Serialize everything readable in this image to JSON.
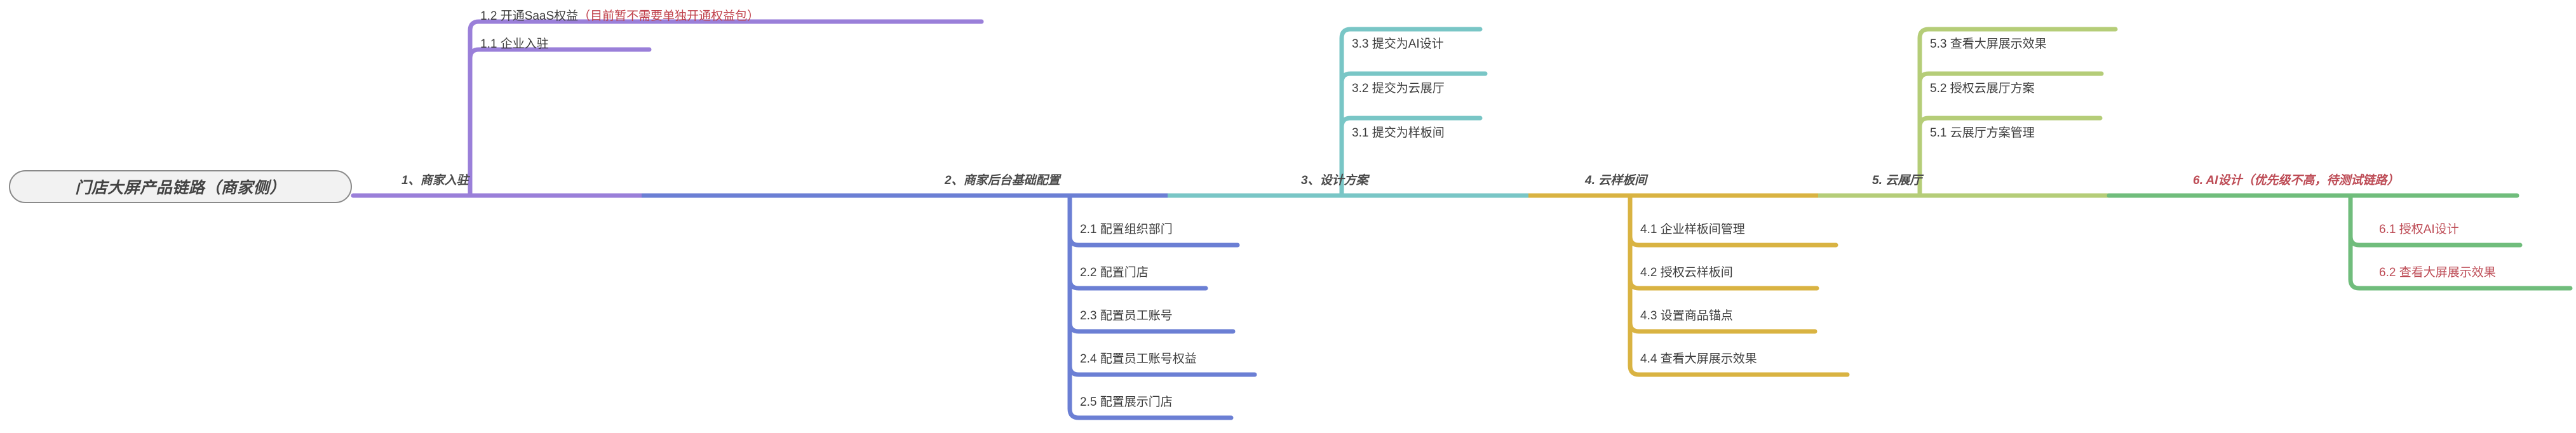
{
  "diagram": {
    "type": "mindmap",
    "title": "门店大屏产品链路（商家侧）",
    "orientation": "horizontal-right",
    "background": "#ffffff"
  },
  "root": {
    "label": "门店大屏产品链路（商家侧）",
    "fill": "#f2f2f2",
    "border": "#8a8a8a"
  },
  "branches": [
    {
      "id": "b1",
      "label": "1、商家入驻",
      "color": "#9a7fd9",
      "children": [
        {
          "id": "n11",
          "label": "1.1 企业入驻",
          "note": ""
        },
        {
          "id": "n12",
          "label": "1.2 开通SaaS权益",
          "note": "（目前暂不需要单独开通权益包）"
        }
      ]
    },
    {
      "id": "b2",
      "label": "2、商家后台基础配置",
      "color": "#6b7fd4",
      "children": [
        {
          "id": "n21",
          "label": "2.1 配置组织部门",
          "note": ""
        },
        {
          "id": "n22",
          "label": "2.2 配置门店",
          "note": ""
        },
        {
          "id": "n23",
          "label": "2.3 配置员工账号",
          "note": ""
        },
        {
          "id": "n24",
          "label": "2.4 配置员工账号权益",
          "note": ""
        },
        {
          "id": "n25",
          "label": "2.5 配置展示门店",
          "note": ""
        }
      ]
    },
    {
      "id": "b3",
      "label": "3、设计方案",
      "color": "#79c6c6",
      "children": [
        {
          "id": "n31",
          "label": "3.1 提交为样板间",
          "note": ""
        },
        {
          "id": "n32",
          "label": "3.2 提交为云展厅",
          "note": ""
        },
        {
          "id": "n33",
          "label": "3.3 提交为AI设计",
          "note": ""
        }
      ]
    },
    {
      "id": "b4",
      "label": "4. 云样板间",
      "color": "#d9b342",
      "children": [
        {
          "id": "n41",
          "label": "4.1 企业样板间管理",
          "note": ""
        },
        {
          "id": "n42",
          "label": "4.2 授权云样板间",
          "note": ""
        },
        {
          "id": "n43",
          "label": "4.3 设置商品锚点",
          "note": ""
        },
        {
          "id": "n44",
          "label": "4.4 查看大屏展示效果",
          "note": ""
        }
      ]
    },
    {
      "id": "b5",
      "label": "5. 云展厅",
      "color": "#b5cd78",
      "children": [
        {
          "id": "n51",
          "label": "5.1 云展厅方案管理",
          "note": ""
        },
        {
          "id": "n52",
          "label": "5.2 授权云展厅方案",
          "note": ""
        },
        {
          "id": "n53",
          "label": "5.3 查看大屏展示效果",
          "note": ""
        }
      ]
    },
    {
      "id": "b6",
      "label": "6. AI设计（优先级不高，待测试链路）",
      "color": "#70bd7c",
      "text_color": "#bd4b55",
      "children": [
        {
          "id": "n61",
          "label": "6.1 授权AI设计",
          "note": ""
        },
        {
          "id": "n62",
          "label": "6.2 查看大屏展示效果",
          "note": ""
        }
      ]
    }
  ]
}
